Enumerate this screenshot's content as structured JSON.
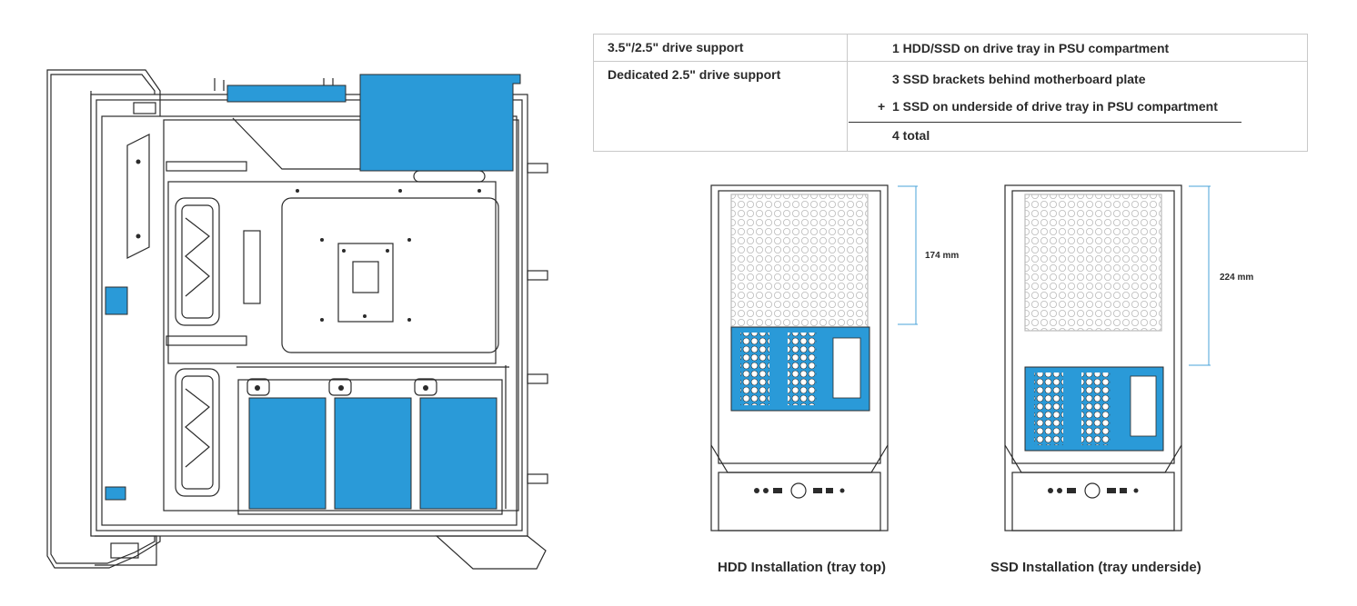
{
  "spec_table": {
    "rows": [
      {
        "label": "3.5\"/2.5\" drive support",
        "values": [
          "1 HDD/SSD on drive tray in PSU compartment"
        ]
      },
      {
        "label": "Dedicated 2.5\" drive support",
        "values": [
          "3 SSD brackets behind motherboard plate",
          "1 SSD on underside of drive tray in PSU compartment"
        ]
      }
    ],
    "plus_sign": "+",
    "total": "4 total"
  },
  "figures": {
    "hdd": {
      "caption": "HDD Installation (tray top)",
      "dimension": "174 mm"
    },
    "ssd": {
      "caption": "SSD Installation (tray underside)",
      "dimension": "224 mm"
    }
  },
  "colors": {
    "accent_blue": "#2a9ad8",
    "line": "#2b2b2b",
    "dim_line": "#4aa3d9",
    "table_border": "#c9c9c9"
  }
}
